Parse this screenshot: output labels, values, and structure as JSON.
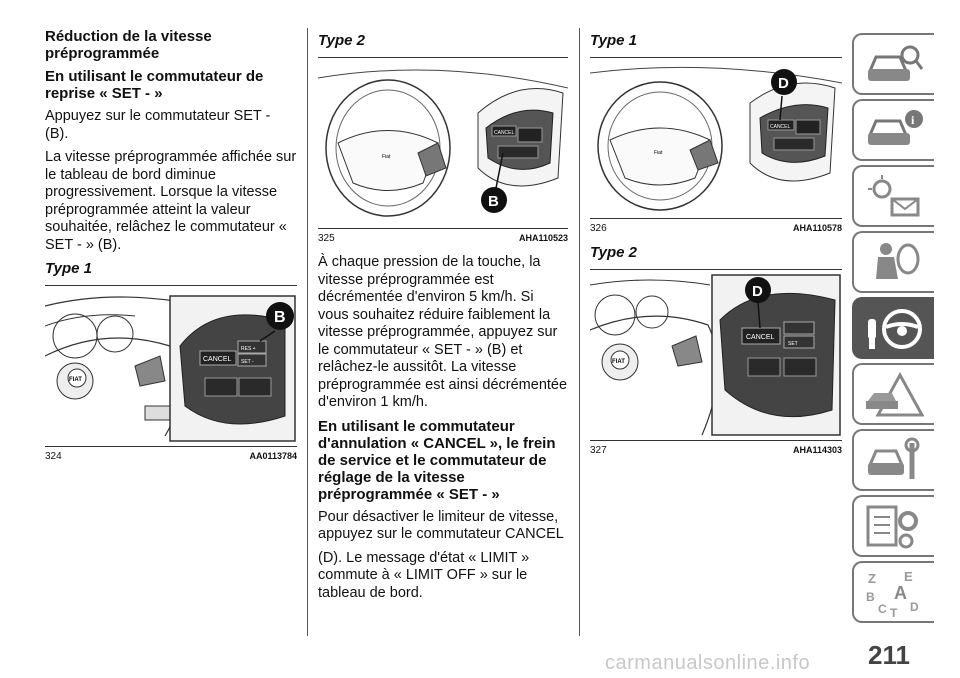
{
  "col1": {
    "heading1": "Réduction de la vitesse préprogrammée",
    "heading2": "En utilisant le commutateur de reprise « SET - »",
    "para1": "Appuyez sur le commutateur SET - (B).",
    "para2": "La vitesse préprogrammée affichée sur le tableau de bord diminue progressivement. Lorsque la vitesse préprogrammée atteint la valeur souhaitée, relâchez le commutateur « SET - » (B).",
    "type_label": "Type 1",
    "figure": {
      "number": "324",
      "code": "AA0113784",
      "callout": "B",
      "cancel_label": "CANCEL",
      "res_label": "RES +",
      "set_label": "SET -",
      "logo": "FIAT"
    }
  },
  "col2": {
    "type_label": "Type 2",
    "figure": {
      "number": "325",
      "code": "AHA110523",
      "callout": "B",
      "cancel_label": "CANCEL"
    },
    "para1": "À chaque pression de la touche, la vitesse préprogrammée est décrémentée d'environ 5 km/h. Si vous souhaitez réduire faiblement la vitesse préprogrammée, appuyez sur le commutateur « SET - » (B) et relâchez-le aussitôt. La vitesse préprogrammée est ainsi décrémentée d'environ 1 km/h.",
    "heading": "En utilisant le commutateur d'annulation « CANCEL », le frein de service et le commutateur de réglage de la vitesse préprogrammée « SET - »",
    "para2": "Pour désactiver le limiteur de vitesse, appuyez sur le commutateur CANCEL",
    "para3": "(D). Le message d'état « LIMIT » commute à « LIMIT OFF » sur le tableau de bord."
  },
  "col3": {
    "type1_label": "Type 1",
    "figure1": {
      "number": "326",
      "code": "AHA110578",
      "callout": "D",
      "cancel_label": "CANCEL"
    },
    "type2_label": "Type 2",
    "figure2": {
      "number": "327",
      "code": "AHA114303",
      "callout": "D",
      "cancel_label": "CANCEL",
      "set_label": "SET",
      "logo": "FIAT"
    }
  },
  "sidebar": {
    "tabs": [
      "car-search-icon",
      "car-info-icon",
      "dashboard-lights-icon",
      "airbag-seat-icon",
      "steering-wheel-key-icon",
      "warning-triangle-car-icon",
      "car-wrench-icon",
      "specs-gear-icon",
      "alphabet-index-icon"
    ],
    "active_index": 4,
    "index_letters": [
      "Z",
      "E",
      "A",
      "B",
      "C",
      "T",
      "D"
    ]
  },
  "page_number": "211",
  "watermark": "carmanualsonline.info"
}
